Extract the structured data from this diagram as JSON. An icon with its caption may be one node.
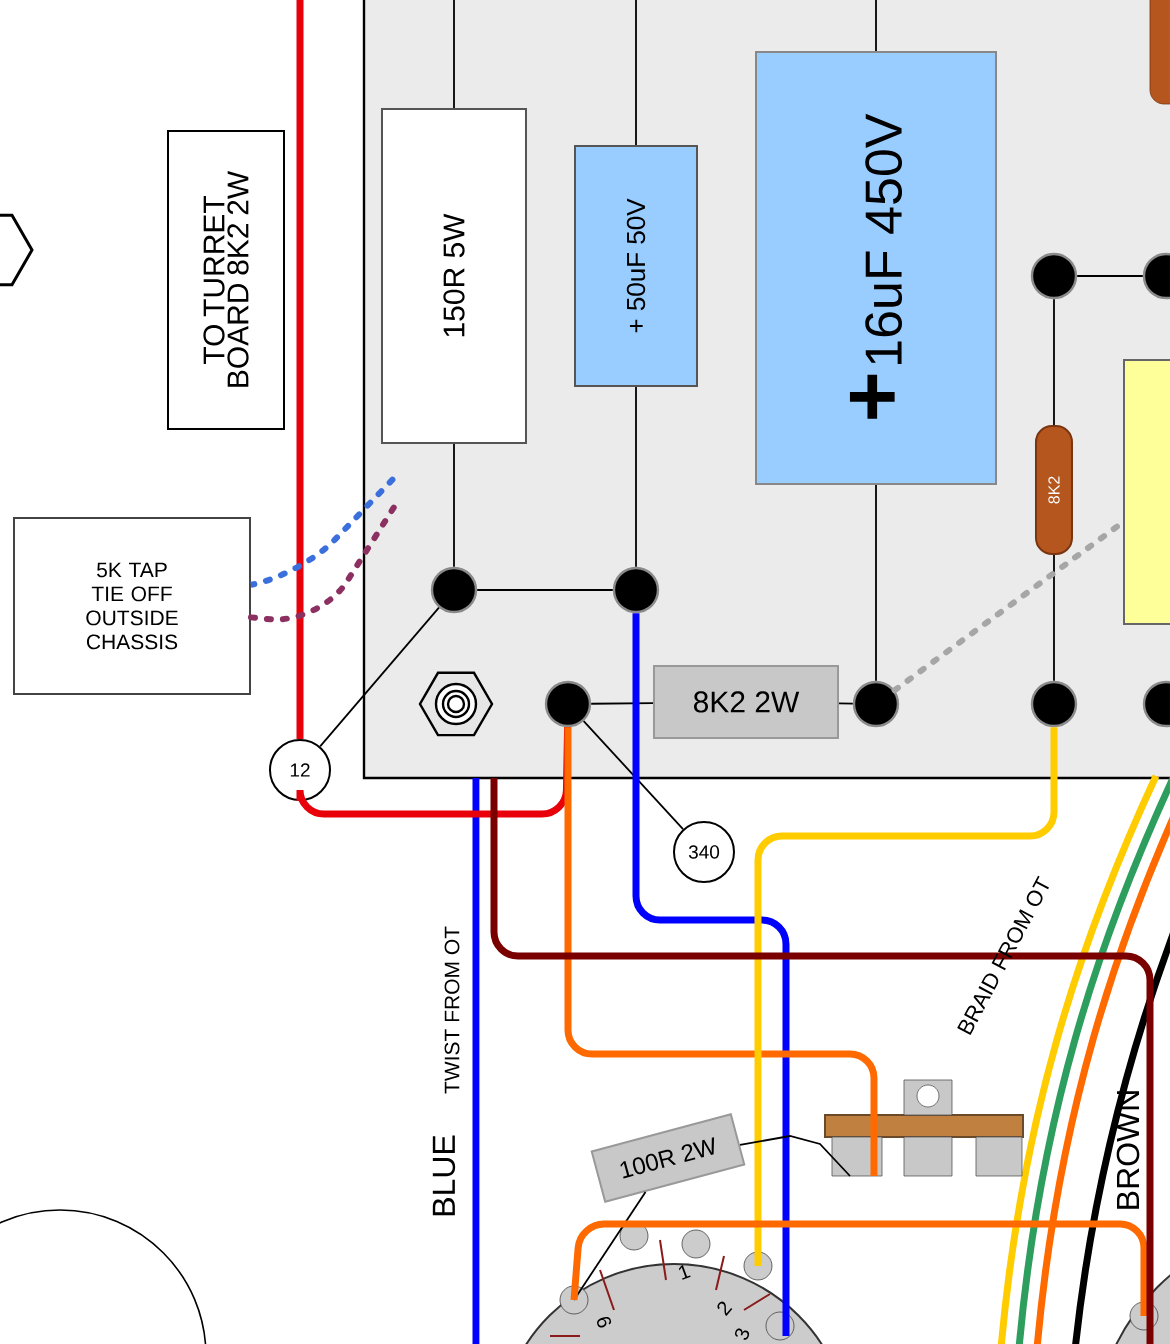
{
  "diagram": {
    "nodes": [
      {
        "text": [
          "TO TURRET BOARD 8K2 2W"
        ]
      },
      {
        "text": [
          "150R 5W"
        ]
      },
      {
        "text": [
          "+ 50uF 50V"
        ]
      },
      {
        "text": [
          "+",
          "16uF 450V"
        ]
      },
      {
        "text": [
          "5K TAP TIE OFF OUTSIDE CHASSIS"
        ]
      },
      {
        "text": [
          "8K2 2W"
        ]
      },
      {
        "text": [
          "8K2"
        ]
      },
      {
        "text": [
          "12"
        ]
      },
      {
        "text": [
          "340"
        ]
      },
      {
        "text": [
          "100R 2W"
        ]
      },
      {
        "text": [],
        "shape": "circle"
      },
      {
        "text": [],
        "shape": "circle"
      },
      {
        "text": [],
        "shape": "circle"
      },
      {
        "text": [],
        "shape": "circle"
      },
      {
        "text": [],
        "shape": "circle"
      },
      {
        "text": [],
        "shape": "circle"
      },
      {
        "text": [],
        "shape": "circle"
      },
      {
        "text": [],
        "shape": "circle"
      },
      {
        "text": [],
        "shape": "picture"
      },
      {
        "text": [],
        "shape": "box"
      },
      {
        "text": [],
        "shape": "picture"
      },
      {
        "text": [],
        "shape": "circle"
      },
      {
        "text": [],
        "shape": "circle"
      }
    ],
    "edges": [
      {
        "from": null,
        "to": 1,
        "arrow": "none"
      },
      {
        "from": null,
        "to": 2,
        "arrow": "none"
      },
      {
        "from": null,
        "to": 3,
        "arrow": "none"
      },
      {
        "from": 1,
        "to": 10,
        "arrow": "none"
      },
      {
        "from": 10,
        "to": 11,
        "arrow": "none"
      },
      {
        "from": 2,
        "to": 11,
        "arrow": "none"
      },
      {
        "from": 12,
        "to": 5,
        "arrow": "none"
      },
      {
        "from": 5,
        "to": 13,
        "arrow": "none"
      },
      {
        "from": 3,
        "to": 13,
        "arrow": "none"
      },
      {
        "from": 14,
        "to": 6,
        "arrow": "none"
      },
      {
        "from": 6,
        "to": 15,
        "arrow": "none"
      },
      {
        "from": 14,
        "to": 16,
        "arrow": "none"
      },
      {
        "from": 7,
        "to": 10,
        "arrow": "none"
      },
      {
        "from": 8,
        "to": 12,
        "arrow": "none"
      },
      {
        "from": null,
        "to": 7,
        "arrow": "none",
        "style": "thick",
        "color": "#e8000b"
      },
      {
        "from": 7,
        "to": 12,
        "arrow": "none",
        "style": "thick",
        "color": "#e8000b"
      },
      {
        "from": 11,
        "to": 21,
        "arrow": "none",
        "style": "thick",
        "color": "#0000ff"
      },
      {
        "from": 12,
        "to": 20,
        "arrow": "none",
        "style": "thick",
        "color": "#ff6a00"
      },
      {
        "from": 15,
        "to": 21,
        "arrow": "none",
        "style": "thick",
        "color": "#ffcc00"
      },
      {
        "from": 13,
        "to": 19,
        "arrow": "none",
        "style": "dashed",
        "color": "#a6a6a6"
      },
      {
        "from": 4,
        "to": null,
        "arrow": "none",
        "style": "dashed",
        "color": "#3a6fdc"
      },
      {
        "from": 4,
        "to": null,
        "arrow": "none",
        "style": "dashed",
        "color": "#8b3060"
      },
      {
        "from": 9,
        "to": 21,
        "arrow": "none"
      },
      {
        "from": 9,
        "to": 20,
        "arrow": "none"
      },
      {
        "from": 21,
        "to": 22,
        "arrow": "none",
        "style": "thick",
        "color": "#ff6a00"
      },
      {
        "from": null,
        "to": 22,
        "arrow": "none",
        "style": "thick",
        "color": "#7a0000"
      }
    ],
    "labels": [
      "TWIST FROM OT",
      "BLUE",
      "BRAID FROM OT",
      "BROWN",
      "9",
      "1",
      "2",
      "3"
    ]
  }
}
